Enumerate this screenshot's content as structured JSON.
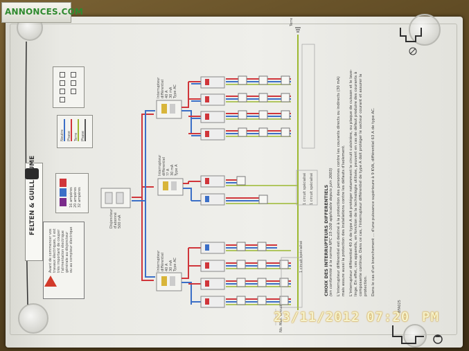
{
  "watermark": {
    "site": "ANNONCES.COM"
  },
  "brand": {
    "name": "FELTEN & GUILLEAUME"
  },
  "warning": {
    "lines": [
      "Avant de commencer vos",
      "travaux électriques, il est",
      "très important de couper",
      "l'alimentation électrique",
      "générale au disjoncteur",
      "ou au compteur électrique"
    ]
  },
  "legend": {
    "wire_colors": [
      "Neutre",
      "Phase",
      "Terre",
      "Phase"
    ],
    "rows": [
      "16 ampères",
      "20 ampères",
      "32 ampères"
    ]
  },
  "devices": {
    "diff_top": [
      "Interrupteur",
      "différentiel",
      "40 A",
      "30 mA",
      "Type AC"
    ],
    "diff_mid": [
      "Interrupteur",
      "différentiel",
      "?? A",
      "30 mA",
      "Type A"
    ],
    "diff_bot": [
      "Interrupteur",
      "différentiel",
      "40 A",
      "30 mA",
      "Type AC"
    ],
    "main_breaker": [
      "Disjoncteur",
      "d'abonné",
      "500 mA"
    ]
  },
  "circuit_labels": {
    "one_circuit_a": "1 circuit spécialisé",
    "one_circuit_b": "1 circuit spécialisé",
    "one_circuit_c": "1 circuit spécialisé",
    "terre": "Terre"
  },
  "notes": {
    "title": "CHOIX DES INTERRUPTEURS DIFFERENTIELS",
    "subtitle": "(en conformité à la norme NFC 15-100 applicable depuis juin 2003)",
    "bullet1": "L'interrupteur différentiel est destiné à la protection des personnes contre les courants directs ou indirects (30 mA) mais assure aussi la protection des installations contre les défauts d'isolement.",
    "bullet2": "L'interrupteur différentiel 40 A de type A doit protéger notamment le circuit cuisinière, ou plaque de cuisson et le lave-linge. En effet, ces appareils, en fonction de la technologie utilisée, peuvent en cas de défaut produire des courants à composante continue. Dans ce cas, l'interrupteur différentiel de type A doit protéger le secteur courant et assurer la protection.",
    "bullet3": "Dans le cas d'un branchement ... d'une puissance supérieure à 9 KVA, différentiel 63 A de type AC.",
    "ref": "BFA025",
    "corner": "Nb. Max. Circuit"
  },
  "timestamp": {
    "date": "23/11/2012",
    "time": "07:20",
    "ampm": "PM"
  },
  "colors": {
    "phase": "#d0353a",
    "neutral": "#3b6fc7",
    "earth": "#9cb830",
    "accent_logo": "#2f8a2f"
  }
}
